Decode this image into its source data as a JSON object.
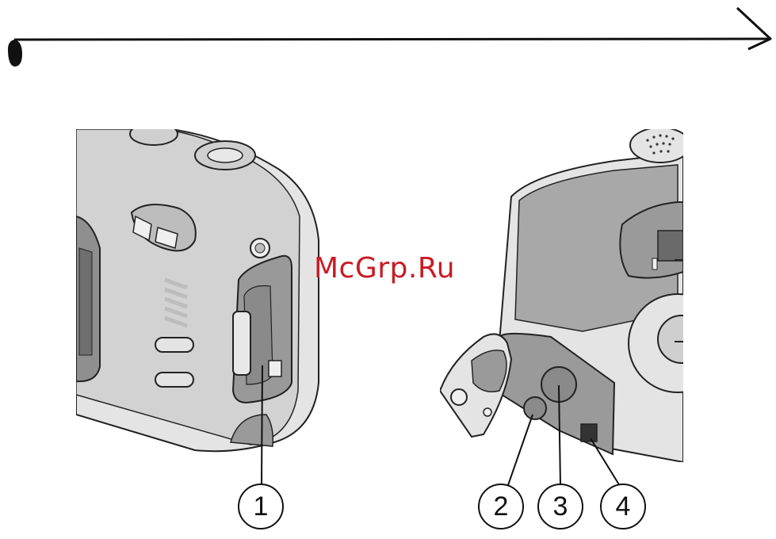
{
  "watermark": "McGrp.Ru",
  "callouts": [
    {
      "id": "1",
      "label": "1"
    },
    {
      "id": "2",
      "label": "2"
    },
    {
      "id": "3",
      "label": "3"
    },
    {
      "id": "4",
      "label": "4"
    }
  ],
  "illustrations": [
    {
      "name": "camera-side-connector-door-closed"
    },
    {
      "name": "camera-bottom-connector-door-open"
    }
  ]
}
